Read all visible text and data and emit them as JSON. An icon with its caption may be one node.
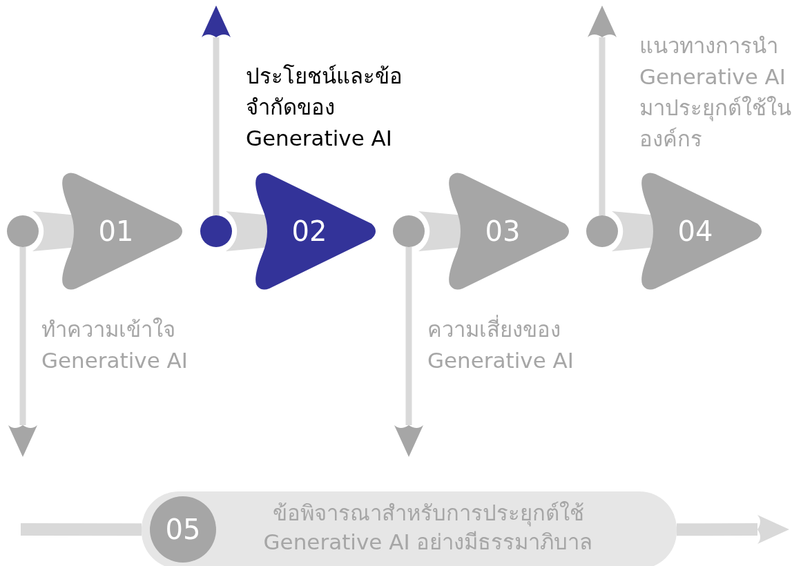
{
  "diagram": {
    "nodes": [
      {
        "text": [],
        "shape": "circle"
      },
      {
        "text": [
          "01"
        ],
        "beside": [
          "ทำความเข้าใจ Generative AI"
        ]
      },
      {
        "text": [],
        "shape": "circle"
      },
      {
        "text": [
          "02"
        ],
        "beside": [
          "ประโยชน์และข้อจำกัดของ Generative AI"
        ]
      },
      {
        "text": [],
        "shape": "circle"
      },
      {
        "text": [
          "03"
        ],
        "beside": [
          "ความเสี่ยงของ Generative AI"
        ]
      },
      {
        "text": [],
        "shape": "circle"
      },
      {
        "text": [
          "04"
        ],
        "beside": [
          "แนวทางการนำ Generative AI มาประยุกต์ใช้ในองค์กร"
        ]
      },
      {
        "text": [
          "ข้อพิจารณาสำหรับการประยุกต์ใช้ Generative AI อย่างมีธรรมาภิบาล"
        ]
      },
      {
        "text": [
          "05"
        ],
        "in": 8
      }
    ],
    "edges": [
      {
        "from": 0,
        "to": null,
        "arrow": "to"
      },
      {
        "from": 2,
        "to": null,
        "arrow": "to"
      },
      {
        "from": 4,
        "to": null,
        "arrow": "to"
      },
      {
        "from": 6,
        "to": null,
        "arrow": "to"
      },
      {
        "from": null,
        "to": 8,
        "arrow": "none",
        "style": "thick"
      },
      {
        "from": 8,
        "to": null,
        "arrow": "to",
        "style": "thick"
      }
    ]
  }
}
